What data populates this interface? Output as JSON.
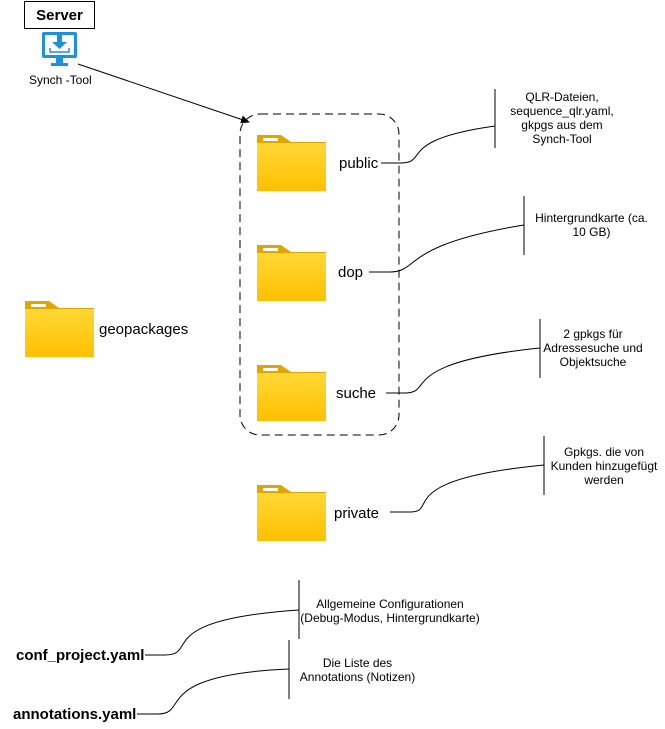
{
  "server": {
    "label": "Server",
    "tool_label": "Synch -Tool"
  },
  "folders": {
    "root": "geopackages",
    "public": "public",
    "dop": "dop",
    "suche": "suche",
    "private": "private"
  },
  "notes": {
    "public": [
      "QLR-Dateien,",
      "sequence_qlr.yaml,",
      "gkpgs aus dem",
      "Synch-Tool"
    ],
    "dop": [
      "Hintergrundkarte (ca.",
      "10 GB)"
    ],
    "suche": [
      "2 gpkgs für",
      "Adressesuche und",
      "Objektsuche"
    ],
    "private": [
      "Gpkgs. die von",
      "Kunden hinzugefügt",
      "werden"
    ],
    "conf": [
      "Allgemeine Configurationen",
      "(Debug-Modus, Hintergrundkarte)"
    ],
    "annotations": [
      "Die Liste des",
      "Annotations (Notizen)"
    ]
  },
  "files": {
    "conf": "conf_project.yaml",
    "annotations": "annotations.yaml"
  },
  "colors": {
    "folder_body": "#FFD21F",
    "folder_back": "#E2A500",
    "monitor": "#1E90E0",
    "line": "#000000"
  },
  "icons": {
    "folder": "folder-icon",
    "monitor": "monitor-download-icon"
  }
}
